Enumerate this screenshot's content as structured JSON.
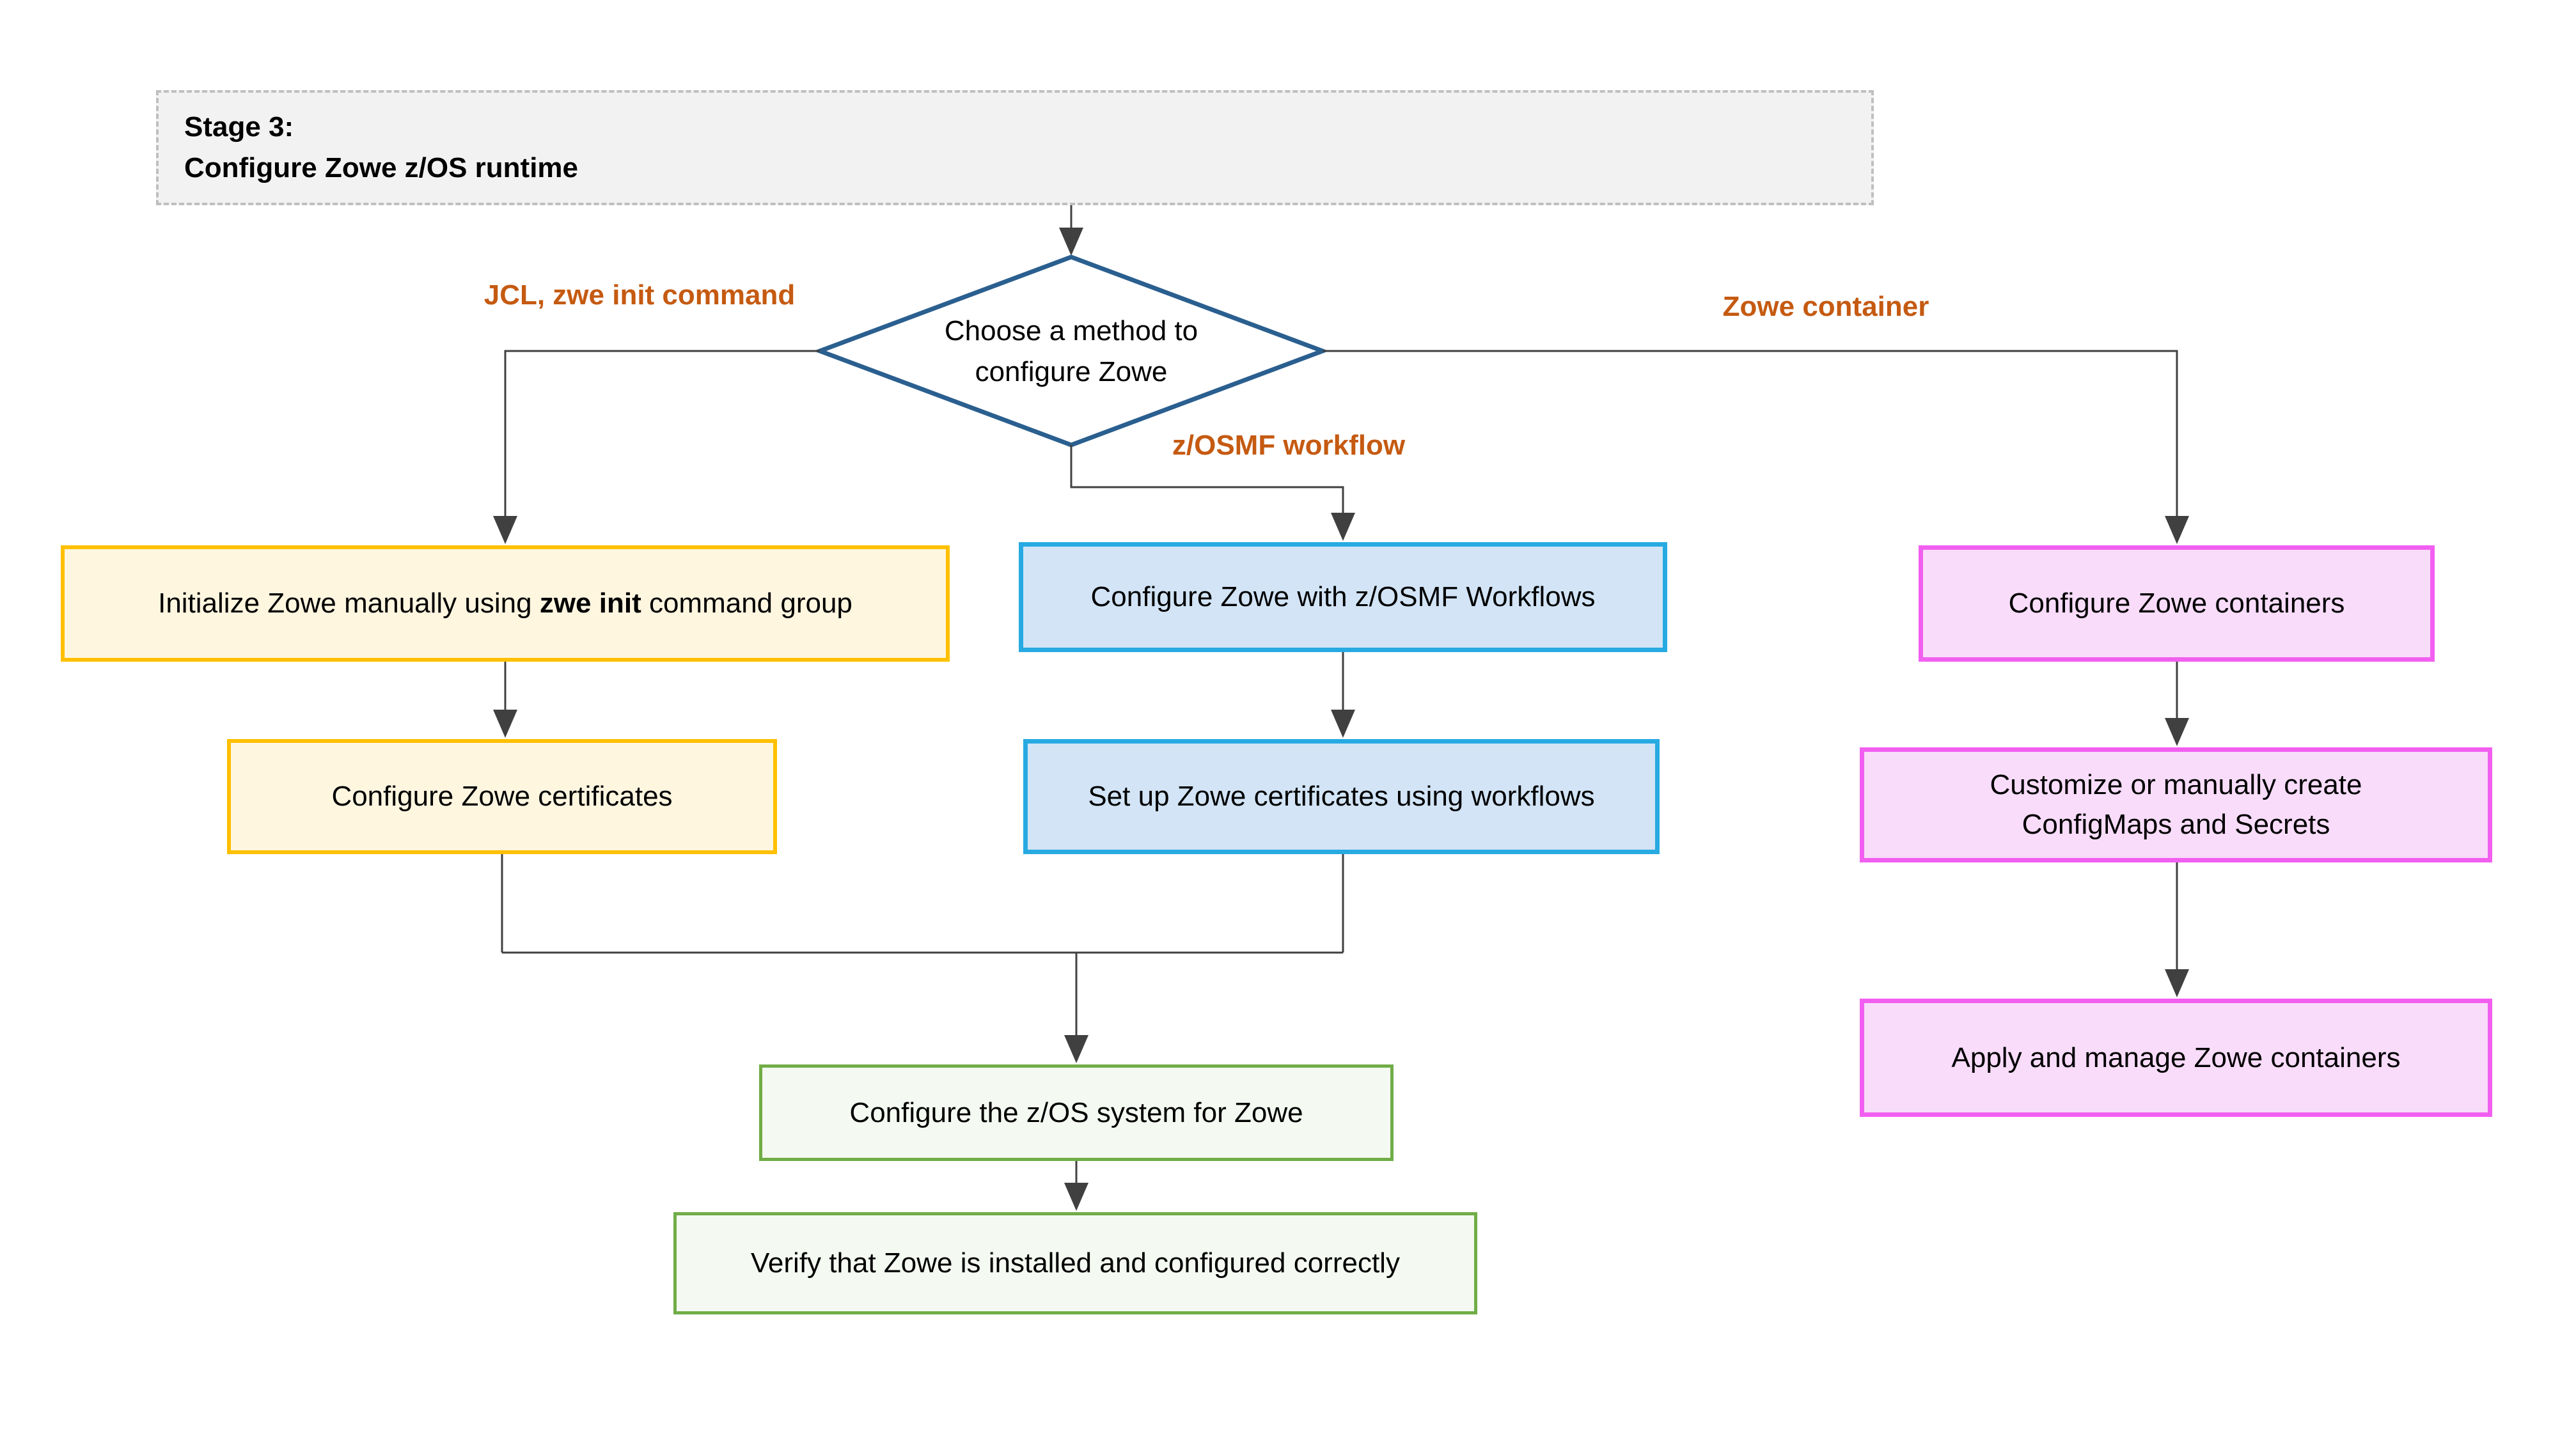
{
  "colors": {
    "line": "#404040",
    "title_bg": "#F2F2F2",
    "title_border": "#BFBFBF",
    "diamond_border": "#2A5F8F",
    "label_orange": "#C55A11",
    "yellow_border": "#FFC000",
    "yellow_fill": "#FFF6E0",
    "blue_border": "#27AAE1",
    "blue_fill": "#D2E4F6",
    "pink_border": "#F25FF0",
    "pink_fill": "#F8DCFA",
    "green_border": "#70AD47",
    "green_fill": "#F4FAF1"
  },
  "title": {
    "line1": "Stage 3:",
    "line2": "Configure Zowe z/OS runtime"
  },
  "decision": {
    "line1": "Choose a method to",
    "line2": "configure Zowe"
  },
  "branch_labels": {
    "left": "JCL, zwe init command",
    "middle": "z/OSMF workflow",
    "right": "Zowe container"
  },
  "nodes": {
    "init_zowe": {
      "pre": "Initialize Zowe manually using ",
      "bold": "zwe init",
      "post": " command group"
    },
    "configure_certificates": "Configure Zowe certificates",
    "configure_with_zosmf": "Configure Zowe with z/OSMF Workflows",
    "setup_certificates_workflows": "Set up Zowe certificates using workflows",
    "configure_containers": "Configure Zowe containers",
    "customize_configmaps": {
      "line1": "Customize or manually create",
      "line2": "ConfigMaps and Secrets"
    },
    "apply_manage_containers": "Apply and manage Zowe containers",
    "configure_zos_system": "Configure the z/OS system for Zowe",
    "verify_installation": "Verify that Zowe is installed and configured correctly"
  }
}
